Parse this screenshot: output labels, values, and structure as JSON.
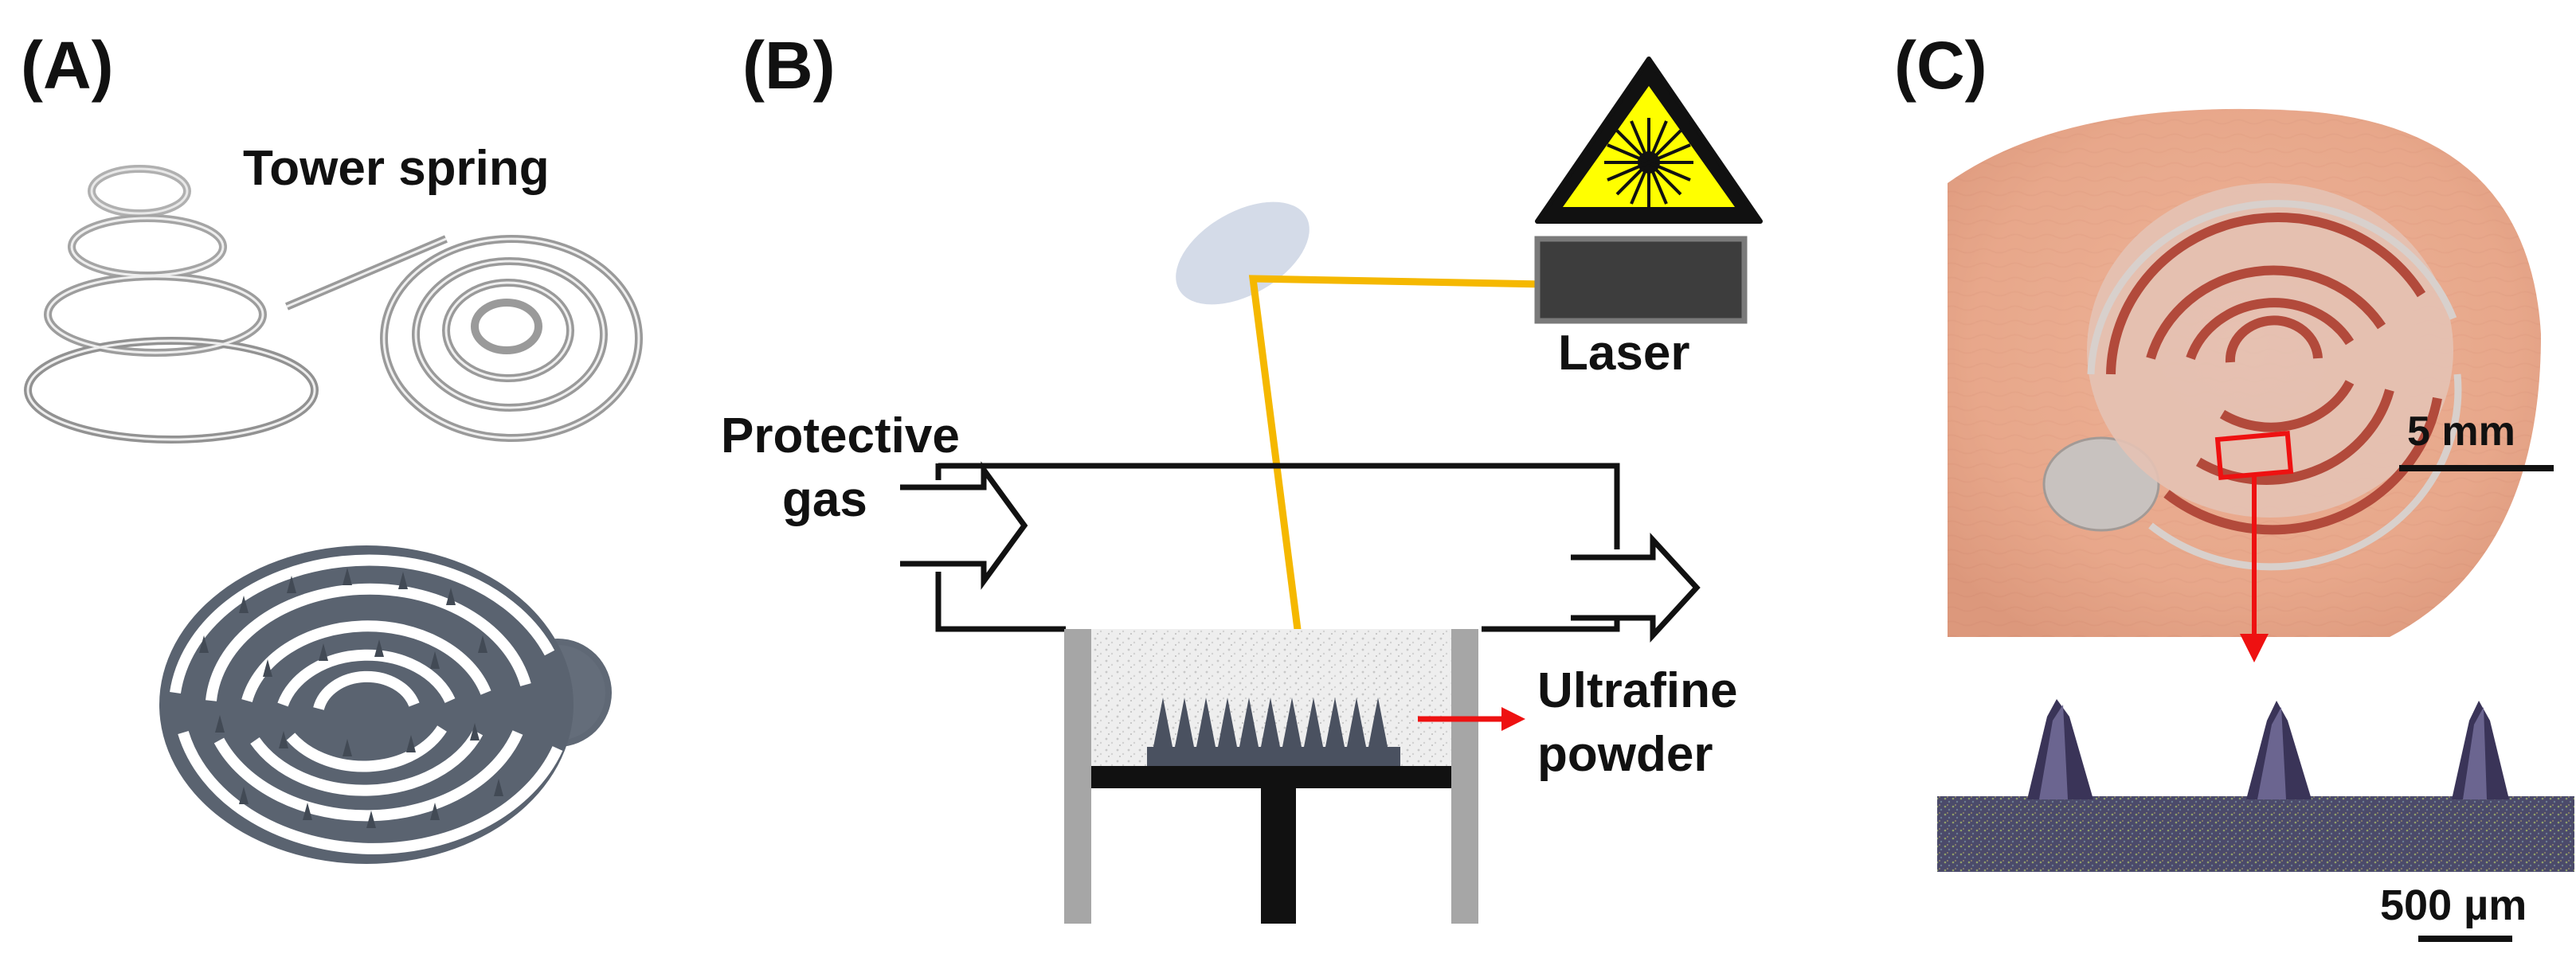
{
  "panels": {
    "a": {
      "label": "(A)",
      "spring_label": "Tower spring"
    },
    "b": {
      "label": "(B)",
      "laser_label": "Laser",
      "gas_label_line1": "Protective",
      "gas_label_line2": "gas",
      "powder_label_line1": "Ultrafine",
      "powder_label_line2": "powder"
    },
    "c": {
      "label": "(C)",
      "scale_top": "5 mm",
      "scale_bottom": "500 µm"
    }
  },
  "colors": {
    "beam": "#f5b800",
    "warning_yellow": "#ffff00",
    "arrow_red": "#ee1111",
    "device_gray": "#5a6370",
    "wall_gray": "#a6a6a6",
    "skin": "#e7a98c"
  }
}
